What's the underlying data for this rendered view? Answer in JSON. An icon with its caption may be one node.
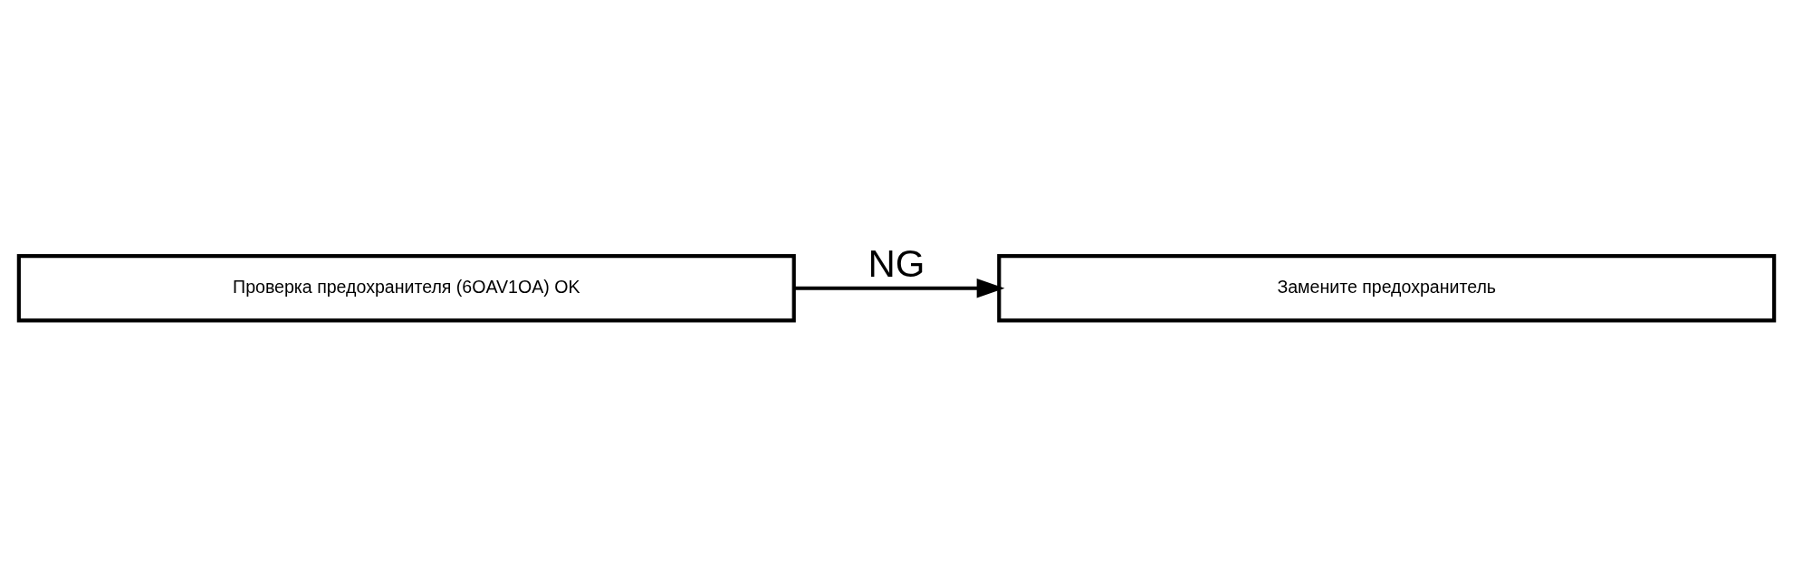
{
  "diagram": {
    "nodes": [
      {
        "text": [
          "Проверка предохранителя (6OAV1OA) OK"
        ]
      },
      {
        "text": [
          "Замените предохранитель"
        ]
      }
    ],
    "edges": [
      {
        "from": 0,
        "to": 1,
        "arrow": "to",
        "label": "NG"
      }
    ]
  }
}
